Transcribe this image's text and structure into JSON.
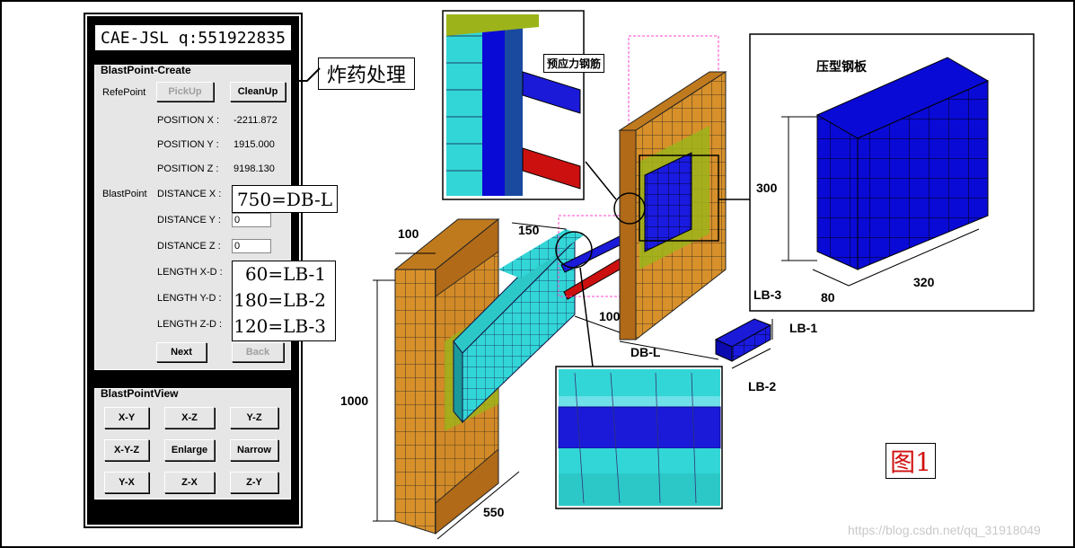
{
  "panel": {
    "title": "CAE-JSL q:551922835",
    "create": {
      "legend": "BlastPoint-Create",
      "refe_label": "RefePoint",
      "pickup": "PickUp",
      "cleanup": "CleanUp",
      "pos_x_label": "POSITION X :",
      "pos_x": "-2211.872",
      "pos_y_label": "POSITION Y :",
      "pos_y": "1915.000",
      "pos_z_label": "POSITION Z :",
      "pos_z": "9198.130",
      "blast_label": "BlastPoint",
      "dist_x_label": "DISTANCE X :",
      "dist_y_label": "DISTANCE Y :",
      "dist_y": "0",
      "dist_z_label": "DISTANCE Z :",
      "dist_z": "0",
      "len_x_label": "LENGTH X-D :",
      "len_y_label": "LENGTH Y-D :",
      "len_z_label": "LENGTH Z-D :",
      "next": "Next",
      "back": "Back"
    },
    "view": {
      "legend": "BlastPointView",
      "buttons": [
        "X-Y",
        "X-Z",
        "Y-Z",
        "X-Y-Z",
        "Enlarge",
        "Narrow",
        "Y-X",
        "Z-X",
        "Z-Y"
      ]
    }
  },
  "callouts": {
    "explosive": "炸药处理",
    "dbl": "750=DB-L",
    "lb1": "60=LB-1",
    "lb2": "180=LB-2",
    "lb3": "120=LB-3",
    "figure": "图1"
  },
  "model_labels": {
    "prestress": "预应力钢筋",
    "steel_plate": "压型钢板",
    "d100a": "100",
    "d150": "150",
    "d1000": "1000",
    "d550": "550",
    "d100b": "100",
    "dbl": "DB-L",
    "d300": "300",
    "d80": "80",
    "d320": "320",
    "lb3": "LB-3",
    "lb1": "LB-1",
    "lb2": "LB-2"
  },
  "watermark": "https://blog.csdn.net/qq_31918049",
  "colors": {
    "wall": "#d7902a",
    "slab": "#33d6d6",
    "plate": "#0a0ad6",
    "rebar": "#cc1010",
    "green": "#9cb41a"
  }
}
